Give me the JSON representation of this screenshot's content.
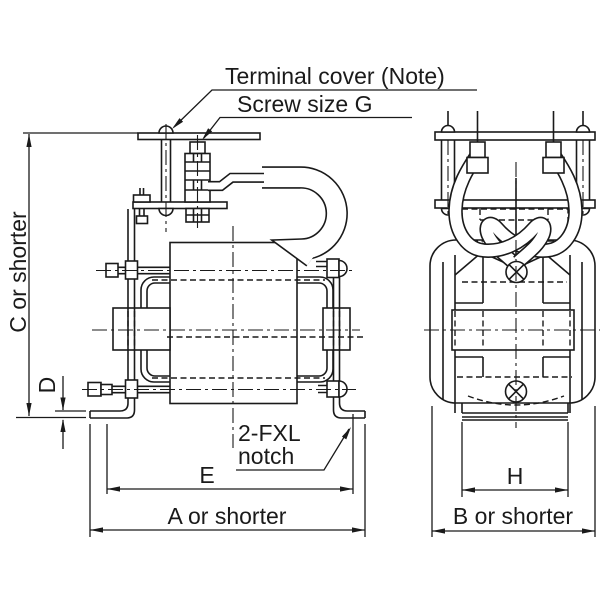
{
  "drawing": {
    "type": "engineering-dimension-diagram",
    "labels": {
      "terminal_cover": "Terminal cover (Note)",
      "screw_size": "Screw size G",
      "notch_line1": "2-FXL",
      "notch_line2": "notch"
    },
    "dimensions": {
      "height_c": "C or shorter",
      "base_thickness_d": "D",
      "notch_pitch_e": "E",
      "overall_width_a": "A or shorter",
      "base_width_h": "H",
      "overall_depth_b": "B or shorter"
    },
    "colors": {
      "line": "#1a1a1a",
      "background": "#ffffff"
    }
  }
}
